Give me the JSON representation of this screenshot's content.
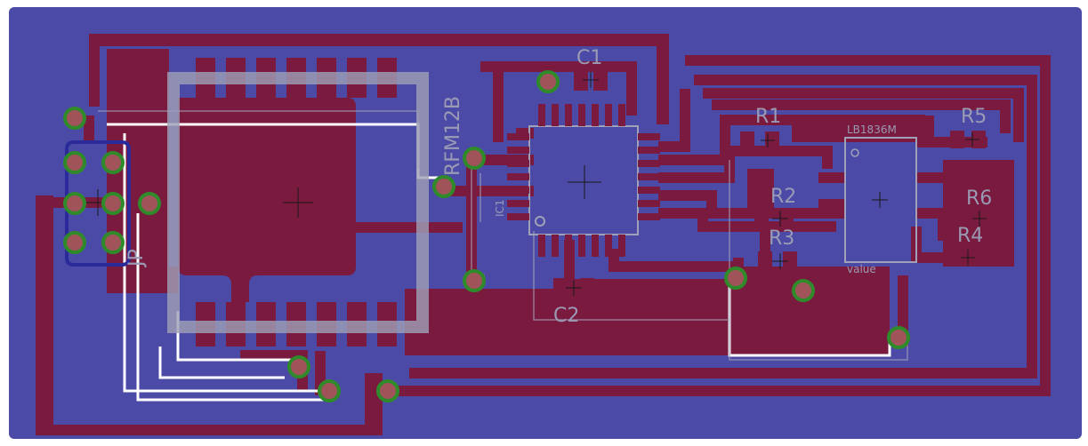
{
  "board": {
    "colors": {
      "background": "#ffffff",
      "ground_plane": "#4b4aa6",
      "copper": "#7a1a3f",
      "trace_highlight": "#ffffff",
      "via_ring": "#2f8a2a",
      "silkscreen": "#9a9ab4",
      "outline": "#a0a0b8"
    }
  },
  "labels": {
    "module": "RFM12B",
    "c1": "C1",
    "c2": "C2",
    "ic1": "IC1",
    "r1": "R1",
    "r2": "R2",
    "r3": "R3",
    "r4": "R4",
    "r5": "R5",
    "r6": "R6",
    "driver_chip": "LB1836M",
    "value": "value",
    "jp": "JP"
  }
}
